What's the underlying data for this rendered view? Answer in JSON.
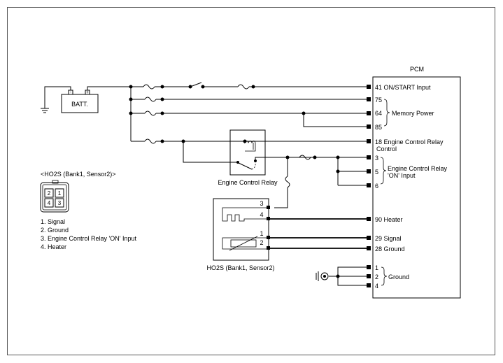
{
  "pcm": {
    "title": "PCM",
    "pins": {
      "p41": "41 ON/START Input",
      "p75": "75",
      "p64": "64",
      "memory_power": "Memory Power",
      "p85": "85",
      "p18_a": "18 Engine Control Relay",
      "p18_b": "Control",
      "p3": "3",
      "p5": "5",
      "p6": "6",
      "ecr_on_a": "Engine Control Relay",
      "ecr_on_b": "'ON' Input",
      "p90": "90 Heater",
      "p29": "29 Signal",
      "p28": "28 Ground",
      "g1": "1",
      "g2": "2",
      "g4": "4",
      "ground": "Ground"
    }
  },
  "battery": {
    "label": "BATT.",
    "neg": "-",
    "pos": "+"
  },
  "relay": {
    "label": "Engine Control Relay"
  },
  "ho2s": {
    "label": "HO2S (Bank1, Sensor2)",
    "pins": {
      "p3": "3",
      "p4": "4",
      "p1": "1",
      "p2": "2"
    }
  },
  "connector": {
    "title": "<HO2S (Bank1, Sensor2)>",
    "cells": [
      "2",
      "1",
      "4",
      "3"
    ],
    "legend": [
      "1. Signal",
      "2. Ground",
      "3. Engine Control Relay 'ON' Input",
      "4. Heater"
    ]
  }
}
